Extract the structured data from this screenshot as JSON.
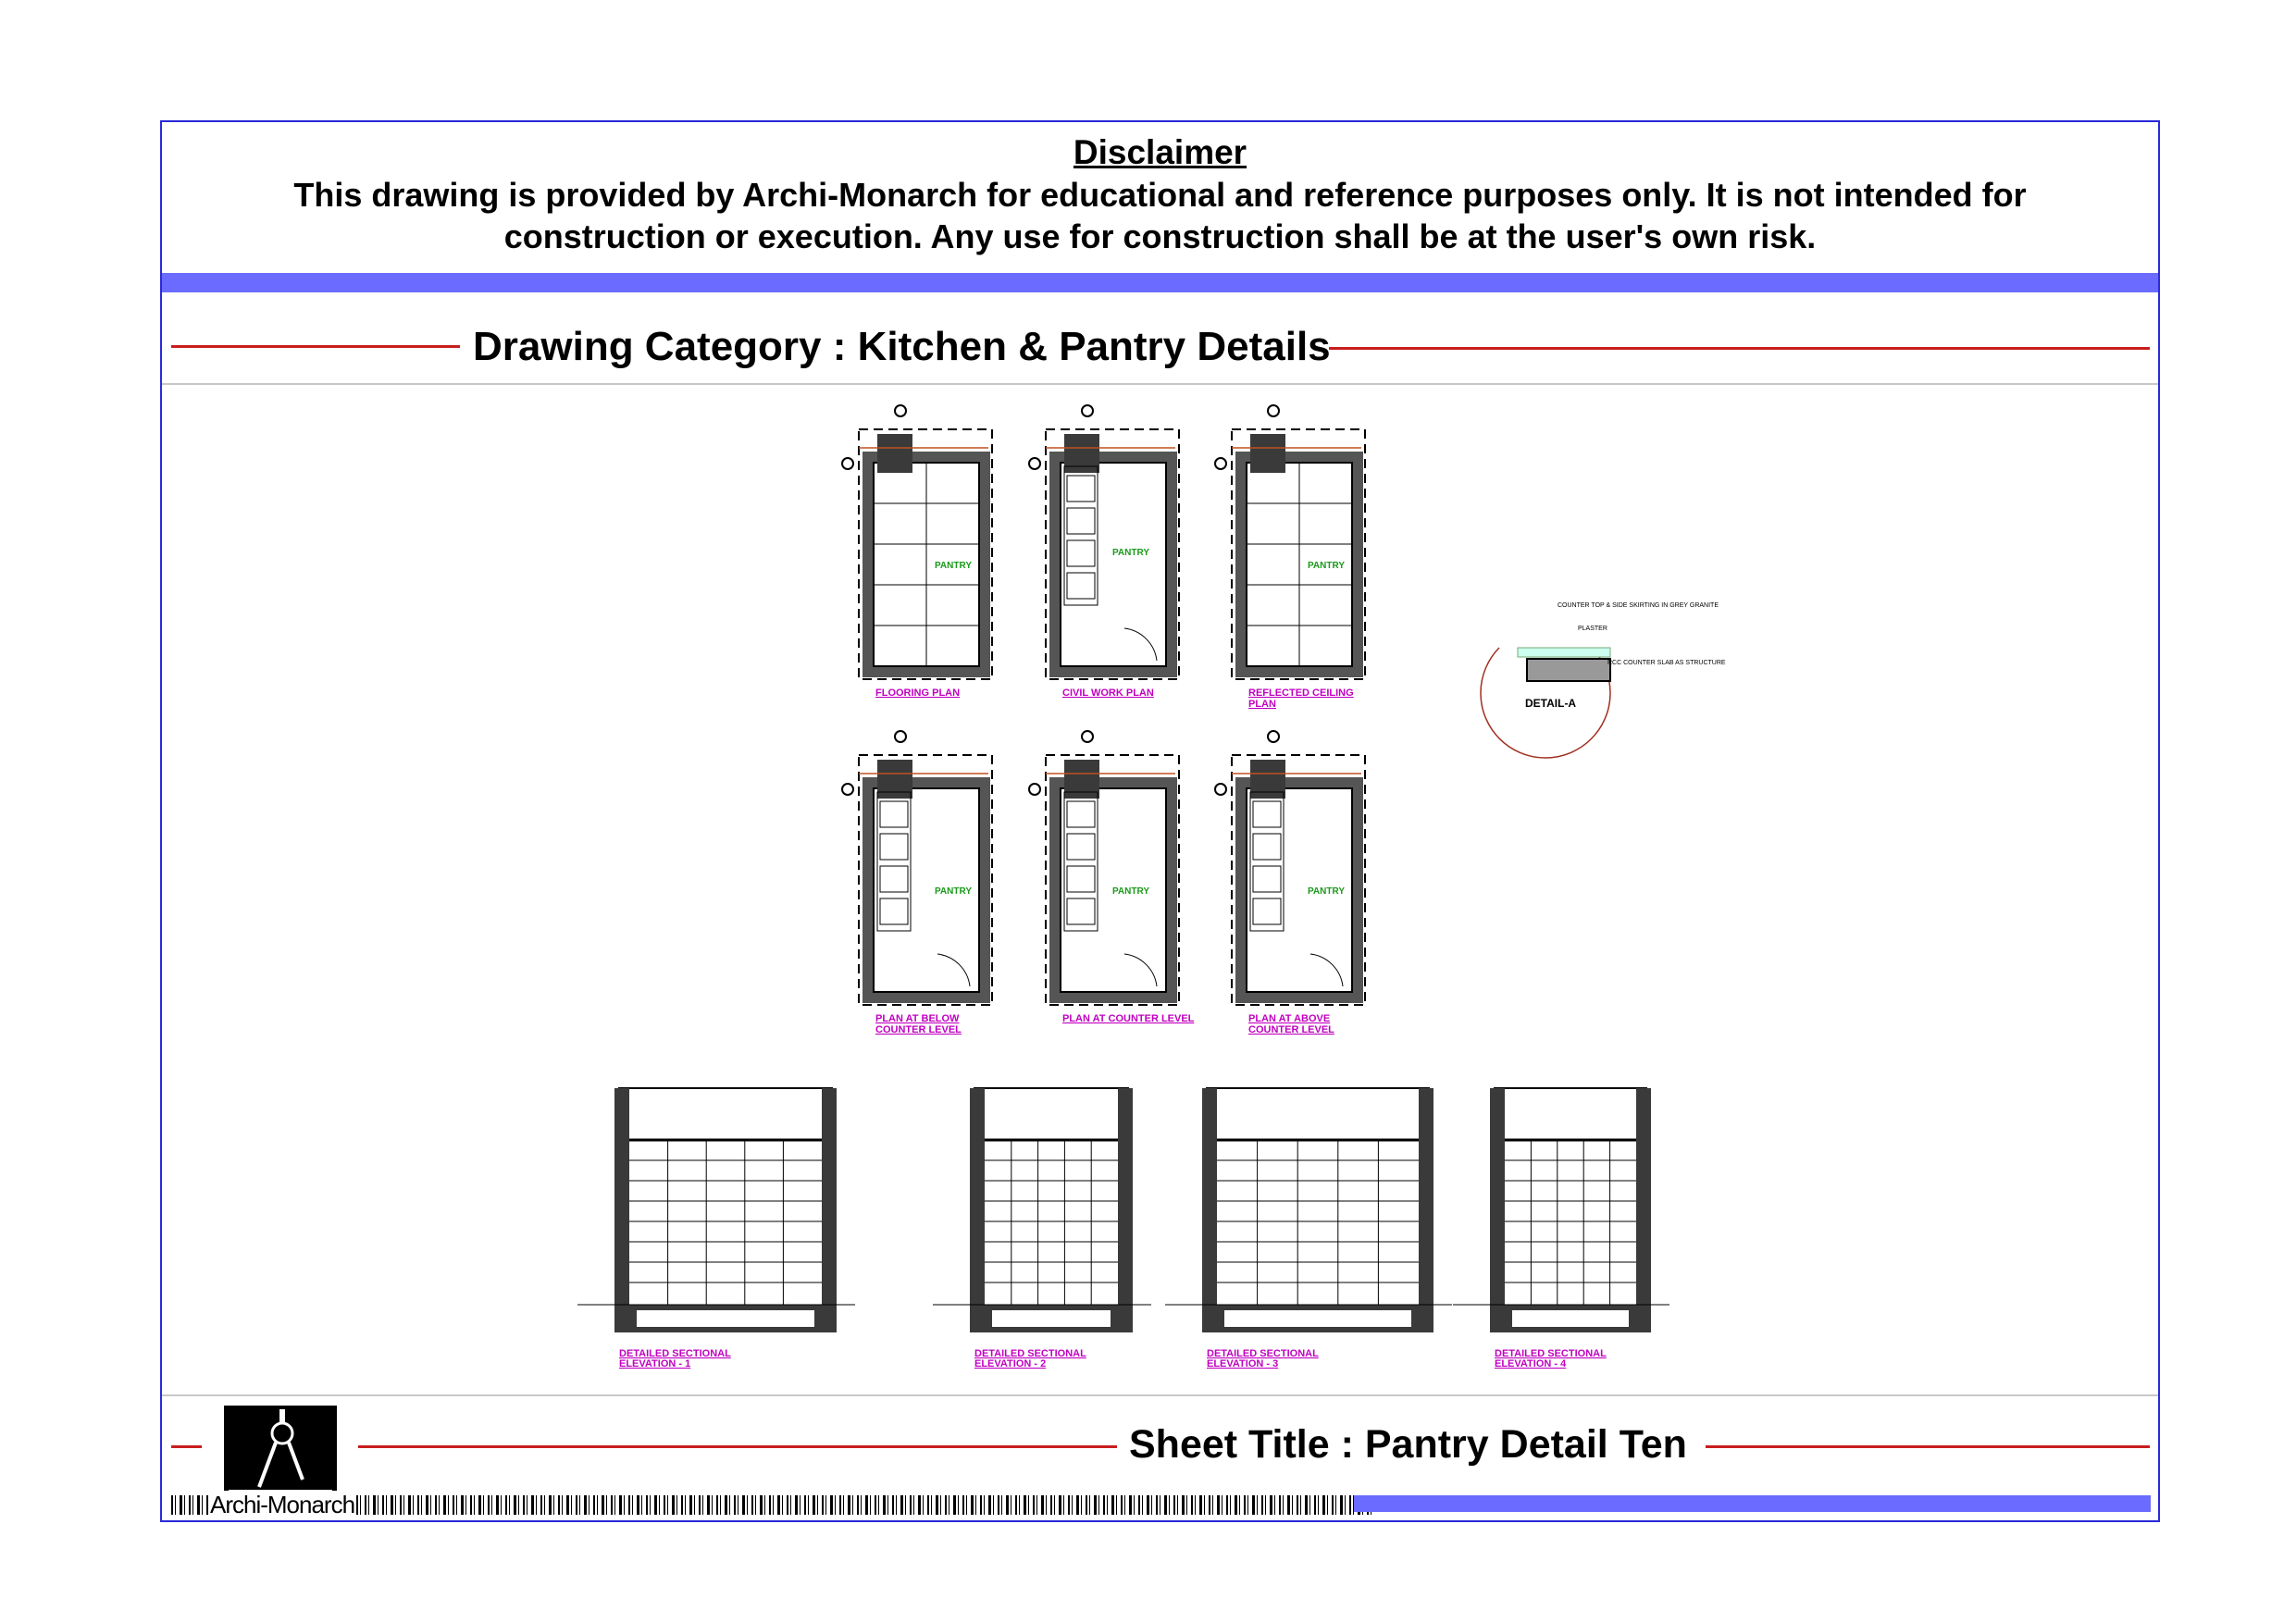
{
  "disclaimer": {
    "title": "Disclaimer",
    "text": "This drawing is provided by Archi-Monarch for educational and reference purposes only. It is not intended for construction or execution. Any use for construction shall be at the user's own risk."
  },
  "category": {
    "title": "Drawing Category : Kitchen & Pantry Details"
  },
  "sheet": {
    "title": "Sheet Title : Pantry Detail Ten"
  },
  "logo": {
    "text": "Archi-Monarch"
  },
  "colors": {
    "frame": "#2a2ad8",
    "band": "#6b6bff",
    "rule": "#c81e1e",
    "label": "#c000c0",
    "room": "#1a9a1a"
  },
  "plans": [
    {
      "label": "FLOORING PLAN",
      "room": "PANTRY"
    },
    {
      "label": "CIVIL WORK PLAN",
      "room": "PANTRY"
    },
    {
      "label": "REFLECTED CEILING",
      "label2": "PLAN",
      "room": "PANTRY"
    },
    {
      "label": "PLAN AT BELOW",
      "label2": "COUNTER LEVEL",
      "room": "PANTRY"
    },
    {
      "label": "PLAN AT COUNTER LEVEL",
      "room": "PANTRY"
    },
    {
      "label": "PLAN AT ABOVE",
      "label2": "COUNTER LEVEL",
      "room": "PANTRY"
    }
  ],
  "detail": {
    "label": "DETAIL-A",
    "notes": [
      "COUNTER TOP & SIDE SKIRTING IN GREY GRANITE",
      "PLASTER",
      "RCC COUNTER SLAB AS STRUCTURE"
    ]
  },
  "elevations": [
    {
      "label": "DETAILED SECTIONAL",
      "label2": "ELEVATION - 1"
    },
    {
      "label": "DETAILED SECTIONAL",
      "label2": "ELEVATION - 2"
    },
    {
      "label": "DETAILED SECTIONAL",
      "label2": "ELEVATION - 3"
    },
    {
      "label": "DETAILED SECTIONAL",
      "label2": "ELEVATION - 4"
    }
  ]
}
